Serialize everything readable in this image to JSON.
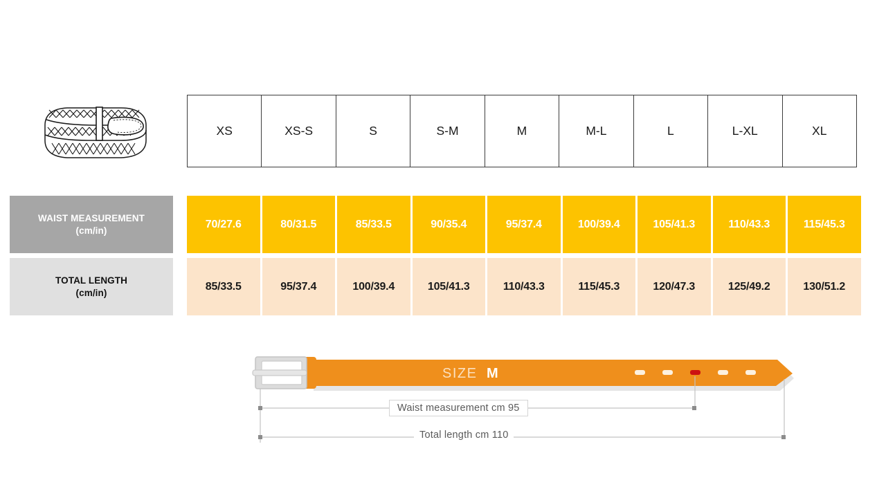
{
  "product": {
    "icon_name": "braided-belt-illustration",
    "alt": "Braided belt coiled"
  },
  "table": {
    "sizes": [
      "XS",
      "XS-S",
      "S",
      "S-M",
      "M",
      "M-L",
      "L",
      "L-XL",
      "XL"
    ],
    "rows": [
      {
        "id": "waist",
        "label_line1": "WAIST MEASUREMENT",
        "label_line2": "(cm/in)",
        "values": [
          "70/27.6",
          "80/31.5",
          "85/33.5",
          "90/35.4",
          "95/37.4",
          "100/39.4",
          "105/41.3",
          "110/43.3",
          "115/45.3"
        ]
      },
      {
        "id": "length",
        "label_line1": "TOTAL LENGTH",
        "label_line2": "(cm/in)",
        "values": [
          "85/33.5",
          "95/37.4",
          "100/39.4",
          "105/41.3",
          "110/43.3",
          "115/45.3",
          "120/47.3",
          "125/49.2",
          "130/51.2"
        ]
      }
    ]
  },
  "diagram": {
    "size_word": "SIZE",
    "size_value": "M",
    "waist_dimension": "Waist measurement cm 95",
    "length_dimension": "Total length cm 110",
    "hole_count": 5,
    "active_hole_index": 2
  },
  "colors": {
    "waist_row_bg": "#fdc300",
    "length_row_bg": "#fce4ca",
    "waist_label_bg": "#a6a6a6",
    "length_label_bg": "#e0e0e0",
    "belt_orange": "#ef8f1c",
    "buckle_silver": "#d8d8d8",
    "active_hole": "#cc1111",
    "dimension_line": "#b9b9b9"
  }
}
